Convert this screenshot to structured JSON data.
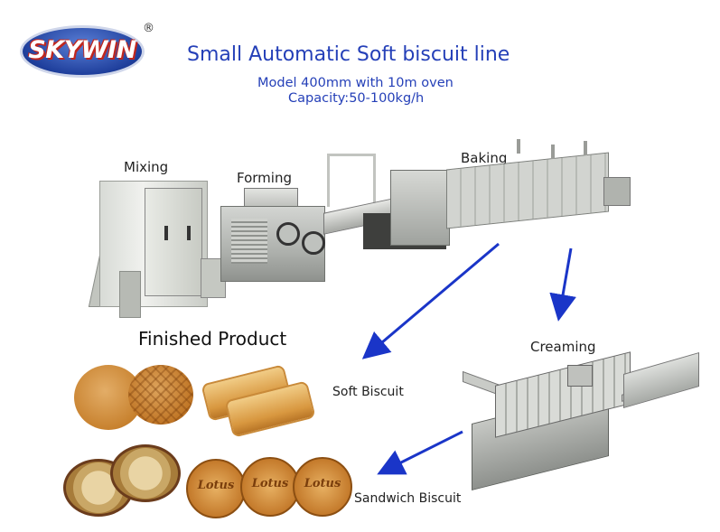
{
  "logo": {
    "text": "SKYWIN",
    "registered": "®"
  },
  "header": {
    "title": "Small Automatic Soft biscuit line",
    "model": "Model 400mm with 10m oven",
    "capacity": "Capacity:50-100kg/h"
  },
  "stages": {
    "mixing": "Mixing",
    "forming": "Forming",
    "baking": "Baking",
    "creaming": "Creaming"
  },
  "products": {
    "heading": "Finished Product",
    "soft": "Soft Biscuit",
    "sandwich": "Sandwich Biscuit",
    "stamp": "Lotus"
  },
  "colors": {
    "title_blue": "#2540b8",
    "arrow_blue": "#1a35c8",
    "logo_blue": "#1f3f9c",
    "logo_red": "#c0261e"
  }
}
